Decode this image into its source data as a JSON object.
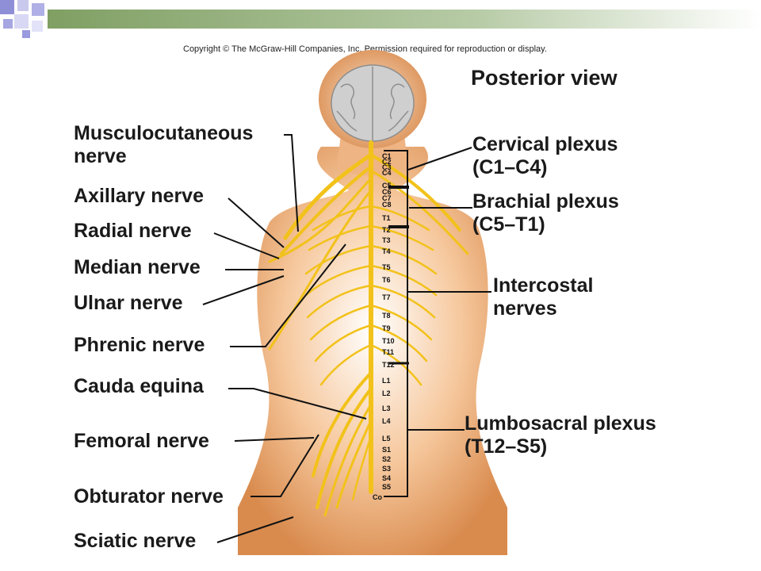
{
  "copyright": "Copyright © The McGraw-Hill Companies, Inc. Permission required for reproduction or display.",
  "title": "Posterior view",
  "left_labels": [
    {
      "id": "musculocutaneous",
      "lines": [
        "Musculocutaneous",
        "nerve"
      ]
    },
    {
      "id": "axillary",
      "lines": [
        "Axillary nerve"
      ]
    },
    {
      "id": "radial",
      "lines": [
        "Radial nerve"
      ]
    },
    {
      "id": "median",
      "lines": [
        "Median nerve"
      ]
    },
    {
      "id": "ulnar",
      "lines": [
        "Ulnar nerve"
      ]
    },
    {
      "id": "phrenic",
      "lines": [
        "Phrenic nerve"
      ]
    },
    {
      "id": "cauda",
      "lines": [
        "Cauda equina"
      ]
    },
    {
      "id": "femoral",
      "lines": [
        "Femoral nerve"
      ]
    },
    {
      "id": "obturator",
      "lines": [
        "Obturator nerve"
      ]
    },
    {
      "id": "sciatic",
      "lines": [
        "Sciatic nerve"
      ]
    }
  ],
  "right_labels": [
    {
      "id": "cervical",
      "lines": [
        "Cervical plexus",
        "(C1–C4)"
      ]
    },
    {
      "id": "brachial",
      "lines": [
        "Brachial plexus",
        "(C5–T1)"
      ]
    },
    {
      "id": "intercostal",
      "lines": [
        "Intercostal",
        "nerves"
      ]
    },
    {
      "id": "lumbosacral",
      "lines": [
        "Lumbosacral plexus",
        "(T12–S5)"
      ]
    }
  ],
  "segments": [
    "C1",
    "C2",
    "C3",
    "C4",
    "C5",
    "C6",
    "C7",
    "C8",
    "T1",
    "T2",
    "T3",
    "T4",
    "T5",
    "T6",
    "T7",
    "T8",
    "T9",
    "T10",
    "T11",
    "T12",
    "L1",
    "L2",
    "L3",
    "L4",
    "L5",
    "S1",
    "S2",
    "S3",
    "S4",
    "S5",
    "Co"
  ],
  "colors": {
    "nerve": "#f2c21b",
    "skin": "#f0b078",
    "skin_dark": "#d98b4e",
    "brain": "#cfcfcf",
    "accent_bar": "#8aa86a",
    "accent_square": "#8f8fd8"
  }
}
